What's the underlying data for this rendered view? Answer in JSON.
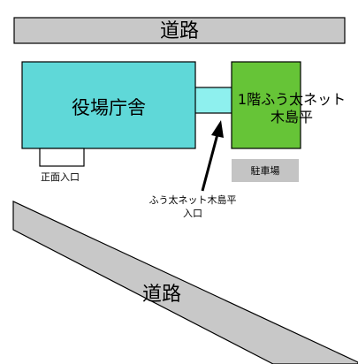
{
  "map": {
    "road_top_label": "道路",
    "road_bottom_label": "道路",
    "city_hall_label": "役場庁舎",
    "fuuta_net_line1": "1階ふう太ネット",
    "fuuta_net_line2": "木島平",
    "front_entrance_label": "正面入口",
    "parking_label": "駐車場",
    "annotation_line1": "ふう太ネット木島平",
    "annotation_line2": "入口"
  },
  "colors": {
    "road": "#c8c8c8",
    "city_hall": "#5fd8d8",
    "corridor": "#8ef0ee",
    "fuuta_net": "#66c437",
    "parking": "#c4c4c4",
    "outline": "#000000"
  }
}
